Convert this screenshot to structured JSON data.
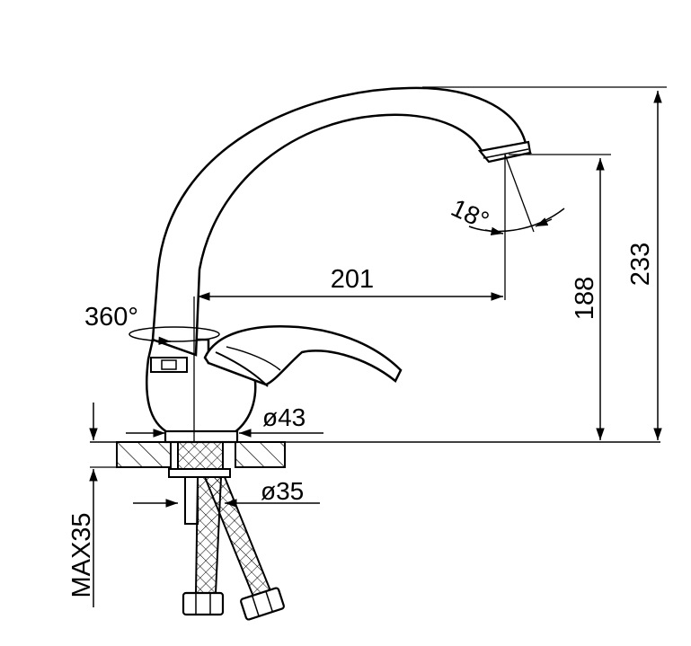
{
  "diagram": {
    "dimensions": {
      "spout_reach": "201",
      "outlet_height": "188",
      "total_height": "233",
      "swivel": "360°",
      "spout_angle": "18°",
      "base_diameter": "ø43",
      "shank_diameter": "ø35",
      "max_thickness": "MAX35"
    },
    "colors": {
      "line": "#000000",
      "background": "#ffffff"
    }
  }
}
